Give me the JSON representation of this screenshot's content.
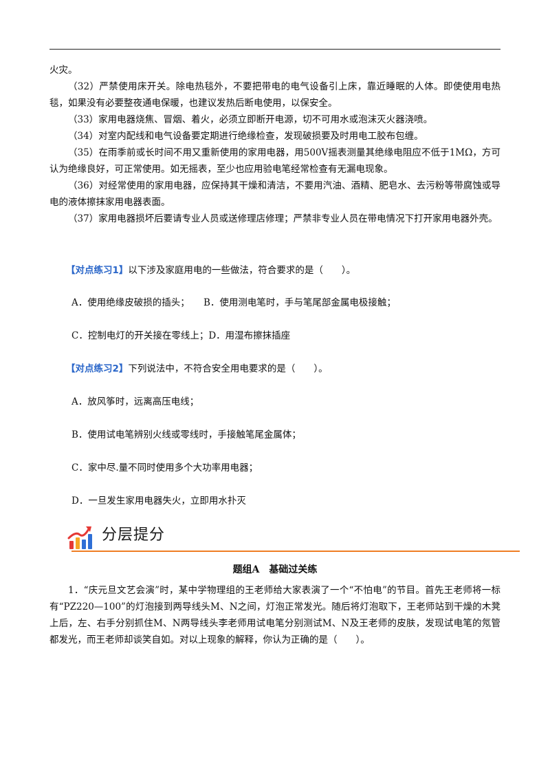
{
  "paragraphs": [
    "火灾。",
    "（32）严禁使用床开关。除电热毯外，不要把带电的电气设备引上床，靠近睡眠的人体。即使使用电热毯，如果没有必要整夜通电保暖，也建议发热后断电使用，以保安全。",
    "（33）家用电器烧焦、冒烟、着火，必须立即断开电源，切不可用水或泡沫灭火器浇喷。",
    "（34）对室内配线和电气设备要定期进行绝缘检查，发现破损要及时用电工胶布包缠。",
    "（35）在雨季前或长时间不用又重新使用的家用电器，用500V摇表测量其绝缘电阻应不低于1MΩ，方可认为绝缘良好，可正常使用。如无摇表，至少也应用验电笔经常检查有无漏电现象。",
    "（36）对经常使用的家用电器，应保持其干燥和清洁，不要用汽油、酒精、肥皂水、去污粉等带腐蚀或导电的液体擦抹家用电器表面。",
    "（37）家用电器损坏后要请专业人员或送修理店修理；严禁非专业人员在带电情况下打开家用电器外壳。"
  ],
  "exercise1": {
    "tag": "【对点练习1】",
    "question": "以下涉及家庭用电的一些做法，符合要求的是（　　）。",
    "options": [
      "A．使用绝缘皮破损的插头；　　B．使用测电笔时，手与笔尾部金属电极接触；",
      "C．控制电灯的开关接在零线上；D．用湿布擦抹插座"
    ]
  },
  "exercise2": {
    "tag": "【对点练习2】",
    "question": "下列说法中，不符合安全用电要求的是（　　）。",
    "options": [
      "A．放风筝时，远离高压电线；",
      "B．使用试电笔辨别火线或零线时，手接触笔尾金属体；",
      "C．家中尽.量不同时使用多个大功率用电器；",
      "D．一旦发生家用电器失火，立即用水扑灭"
    ]
  },
  "section": {
    "title": "分层提分",
    "icon": "bar-chart-growth-icon",
    "accent_color": "#ef7d22",
    "icon_colors": [
      "#e53935",
      "#f6a623",
      "#2f6fd6"
    ]
  },
  "group_title": "题组A　基础过关练",
  "question1": "1．“庆元旦文艺会演”时，某中学物理组的王老师给大家表演了一个“不怕电”的节目。首先王老师将一标有“PZ220—100”的灯泡接到两导线头M、N之间，灯泡正常发光。随后将灯泡取下，王老师站到干燥的木凳上后，左、右手分别抓住M、N两导线头李老师用试电笔分别测试M、N及王老师的皮肤，发现试电笔的氖管都发光，而王老师却谈笑自如。对以上现象的解释，你认为正确的是（　　）。"
}
